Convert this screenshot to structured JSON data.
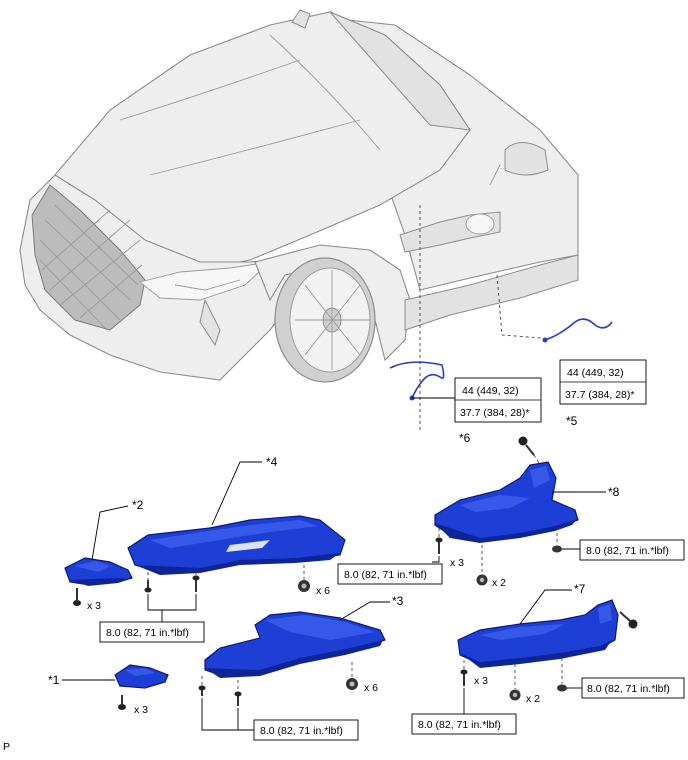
{
  "callouts": {
    "c1": "*1",
    "c2": "*2",
    "c3": "*3",
    "c4": "*4",
    "c5": "*5",
    "c6": "*6",
    "c7": "*7",
    "c8": "*8"
  },
  "torque": {
    "sensor_standard": "44 (449, 32)",
    "sensor_alt": "37.7 (384, 28)*",
    "cover_bolt": "8.0 (82, 71 in.*lbf)"
  },
  "quantities": {
    "x3": "x 3",
    "x2": "x 2",
    "x6": "x 6"
  },
  "corner_mark": "P",
  "colors": {
    "part_blue": "#1d3fd6",
    "car_gray": "#eeeeee"
  }
}
